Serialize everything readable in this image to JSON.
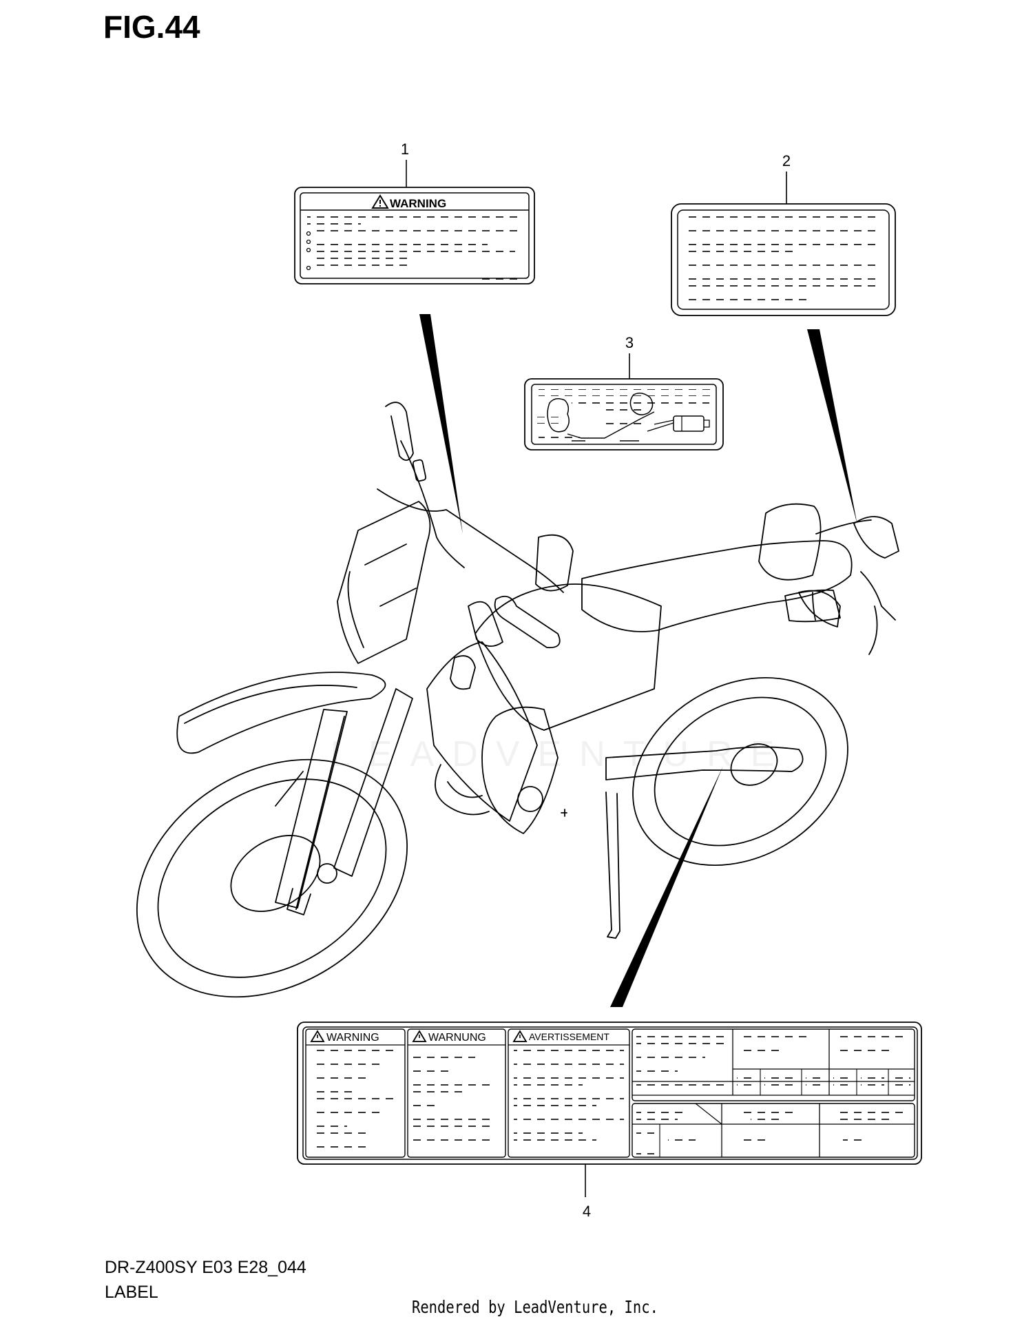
{
  "figure": {
    "title": "FIG.44",
    "model_code": "DR-Z400SY  E03 E28_044",
    "section_name": "LABEL",
    "credit": "Rendered by LeadVenture, Inc.",
    "watermark": "LEADVENTURE"
  },
  "callouts": [
    {
      "number": "1"
    },
    {
      "number": "2"
    },
    {
      "number": "3"
    },
    {
      "number": "4"
    }
  ],
  "labels": {
    "label1_heading": "WARNING",
    "label4_headings": [
      "WARNING",
      "WARNUNG",
      "AVERTISSEMENT"
    ]
  },
  "icons": [
    "warning-triangle-icon",
    "motorcycle-illustration"
  ],
  "colors": {
    "line": "#000000",
    "background": "#ffffff"
  }
}
